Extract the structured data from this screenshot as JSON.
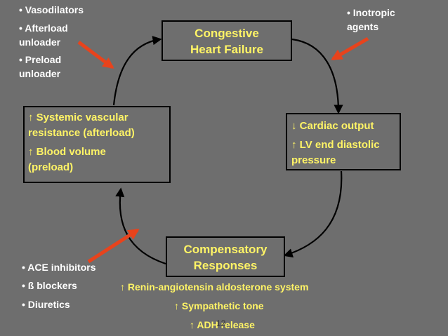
{
  "colors": {
    "background": "#6e6e6e",
    "highlight_text": "#fff466",
    "plain_text": "#ffffff",
    "arrow_red": "#e8431c",
    "cycle_arrow": "#000000"
  },
  "treatments": {
    "top_left": [
      "• Vasodilators",
      "• Afterload unloader",
      "• Preload unloader"
    ],
    "top_right": [
      "• Inotropic agents"
    ],
    "bottom_left": [
      "• ACE inhibitors",
      "• ß blockers",
      "• Diuretics"
    ]
  },
  "boxes": {
    "heart_failure": {
      "line1": "Congestive",
      "line2": "Heart Failure"
    },
    "cardiac": {
      "item1": "↓ Cardiac output",
      "item2": "↑ LV end diastolic pressure"
    },
    "compensatory": {
      "line1": "Compensatory",
      "line2": "Responses"
    },
    "systemic": {
      "item1": "↑ Systemic vascular resistance (afterload)",
      "item2": "↑ Blood volume (preload)"
    }
  },
  "responses": [
    "↑ Renin-angiotensin aldosterone system",
    "↑  Sympathetic tone",
    "↑ ADH release"
  ],
  "slide_number": "12"
}
